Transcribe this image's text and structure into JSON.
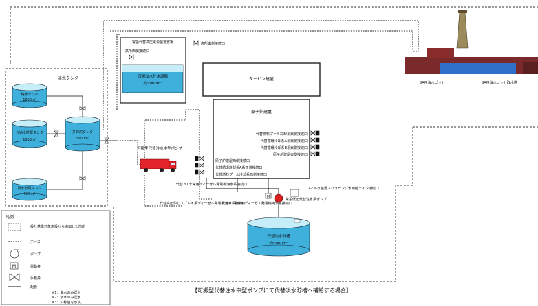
{
  "caption": "【可搬型代替注水中型ポンプにて代替淡水貯槽へ補給する場合】",
  "freshwater_group": {
    "label": "淡水タンク",
    "tanks": [
      {
        "name": "純水タンク",
        "capacity": "1600m³"
      },
      {
        "name": "ろ過水貯蔵タンク",
        "capacity": "1500m³"
      },
      {
        "name": "多目的タンク",
        "capacity": "1500m³"
      },
      {
        "name": "原水貯蔵タンク",
        "capacity": "500m³"
      }
    ]
  },
  "mobile_pump": {
    "label": "可搬型代替注水中型ポンプ"
  },
  "high_pressure_power_building": {
    "label": "常設代替高圧電源装置置場",
    "connection": "高所西側接続口",
    "storage_tank": {
      "name": "西側淡水貯水設備",
      "capacity": "約5000m³"
    }
  },
  "east_connection": "高所東側接続口",
  "turbine_building": "タービン建屋",
  "reactor_building": {
    "label": "原子炉建屋",
    "connections_right": [
      "代替燃料プール冷却系東側接続口",
      "代替循環冷却系A系東側接続口",
      "代替循環冷却系B系東側接続口",
      "原子炉建屋東側接続口"
    ],
    "connections_left": [
      "原子炉建屋西側接続口",
      "代替循環冷却系A系西側接続口",
      "代替燃料プール冷却系西側接続口"
    ]
  },
  "lower_labels": [
    "代替2D 非常用ディーゼル発電機海水系接続口",
    "代替高圧炉心スプレイ系ディーゼル発電機海水系接続口",
    "代替2C 非常用ディーゼル発電機海水系接続口"
  ],
  "filter_vent_label": "フィルタ装置スクラビング水補給ライン接続口",
  "permanent_pump_label": "常設低圧代替注水系ポンプ",
  "alt_freshwater_tank": {
    "name": "代替淡水貯槽",
    "capacity": "約5000m³"
  },
  "sa_pits": [
    "SA用海水ピット",
    "SA用海水ピット取水塔"
  ],
  "legend": {
    "title": "凡例",
    "items": [
      {
        "symbol": "dashed-box",
        "text": "設計基準対象施設から追加した箇所"
      },
      {
        "symbol": "dotted-line",
        "text": "ホース"
      },
      {
        "symbol": "pump",
        "text": "ポンプ"
      },
      {
        "symbol": "motor-valve",
        "text": "電動弁",
        "mark": "M"
      },
      {
        "symbol": "manual-valve",
        "text": "手動弁"
      },
      {
        "symbol": "solid-line",
        "text": "配管"
      }
    ],
    "notes": [
      "※1：海水のみ送水",
      "※2：淡水のみ送水",
      "※3：公称値を示す。"
    ]
  },
  "colors": {
    "water_top": "#c6eef8",
    "water_body": "#3fb0dc",
    "stack": "#9a8a5c",
    "sea_wall": "#7a2a2a",
    "sea_water": "#3070c8",
    "truck_red": "#e0242a",
    "pump_red": "#d81e1e"
  }
}
